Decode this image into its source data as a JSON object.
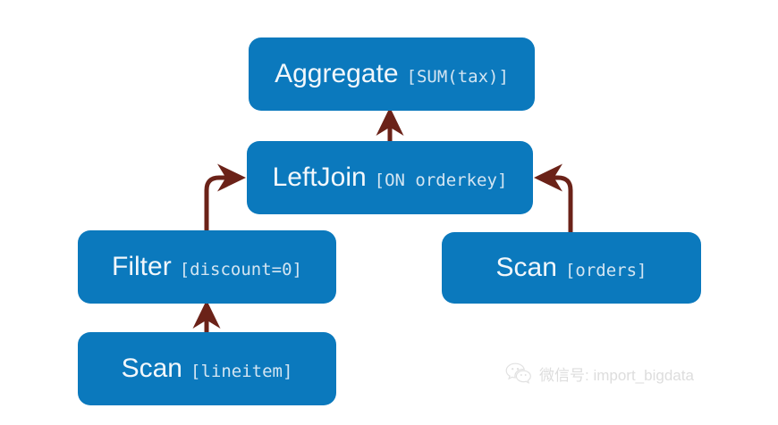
{
  "diagram": {
    "type": "query-plan-tree",
    "title": "",
    "palette": {
      "node_fill": "#0b79bd",
      "node_text": "#f2f7fb",
      "node_args_text": "#d3e5f2",
      "edge_color": "#6b2218",
      "background": "#ffffff",
      "watermark_text": "#c9c9c9"
    },
    "nodes": [
      {
        "id": "aggregate",
        "op": "Aggregate",
        "args": "[SUM(tax)]"
      },
      {
        "id": "leftjoin",
        "op": "LeftJoin",
        "args": "[ON orderkey]"
      },
      {
        "id": "filter",
        "op": "Filter",
        "args": "[discount=0]"
      },
      {
        "id": "scan_orders",
        "op": "Scan",
        "args": "[orders]"
      },
      {
        "id": "scan_lineitem",
        "op": "Scan",
        "args": "[lineitem]"
      }
    ],
    "edges": [
      {
        "from": "leftjoin",
        "to": "aggregate",
        "style": "straight-up"
      },
      {
        "from": "filter",
        "to": "leftjoin",
        "style": "elbow-up-right"
      },
      {
        "from": "scan_orders",
        "to": "leftjoin",
        "style": "elbow-up-left"
      },
      {
        "from": "scan_lineitem",
        "to": "filter",
        "style": "straight-up"
      }
    ]
  },
  "watermark": {
    "icon": "wechat-icon",
    "text": "微信号: import_bigdata"
  }
}
